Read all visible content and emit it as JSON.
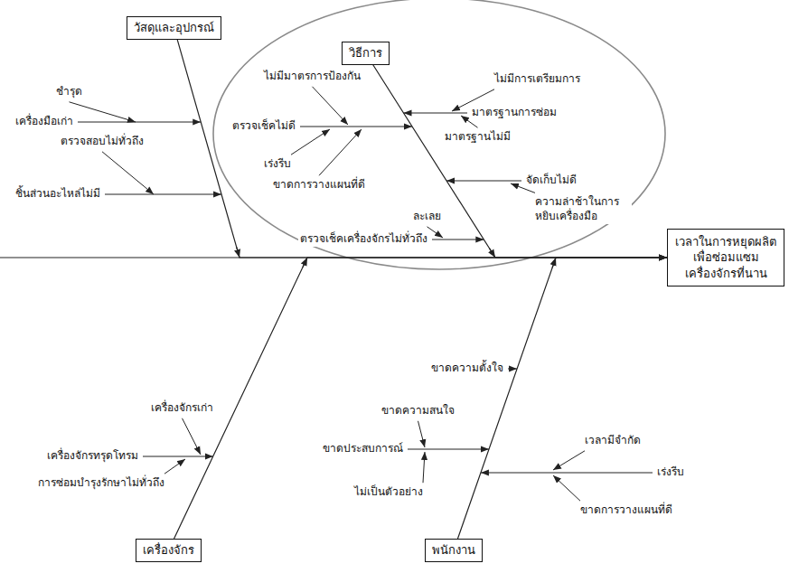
{
  "diagram": {
    "nodes": [
      {
        "text": [
          "วัสดุและอุปกรณ์"
        ]
      },
      {
        "text": [
          "วิธีการ"
        ]
      },
      {
        "text": [
          "เวลาในการหยุดผลิต เพื่อซ่อมแซม เครื่องจักรที่นาน"
        ]
      },
      {
        "text": [
          "เครื่องจักร"
        ]
      },
      {
        "text": [
          "พนักงาน"
        ]
      }
    ],
    "edges": [
      {
        "from": 0,
        "to": 2,
        "arrow": "to"
      },
      {
        "from": 1,
        "to": 2,
        "arrow": "to"
      },
      {
        "from": 3,
        "to": 2,
        "arrow": "to"
      },
      {
        "from": 4,
        "to": 2,
        "arrow": "to"
      }
    ],
    "labels": [
      "ชำรุด",
      "เครื่องมือเก่า",
      "ตรวจสอบไม่ทั่วถึง",
      "ชิ้นส่วนอะไหล่ไม่มี",
      "ไม่มีมาตรการป้องกัน",
      "ตรวจเช็คไม่ดี",
      "เร่งรีบ",
      "ขาดการวางแผนที่ดี",
      "ไม่มีการเตรียมการ",
      "มาตรฐานการซ่อม",
      "มาตรฐานไม่มี",
      "จัดเก็บไม่ดี",
      "ความล่าช้าในการ หยิบเครื่องมือ",
      "ละเลย",
      "ตรวจเช็คเครื่องจักรไม่ทั่วถึง",
      "เครื่องจักรเก่า",
      "เครื่องจักรทรุดโทรม",
      "การซ่อมบำรุงรักษาไม่ทั่วถึง",
      "ขาดความตั้งใจ",
      "ขาดความสนใจ",
      "ขาดประสบการณ์",
      "ไม่เป็นตัวอย่าง",
      "เวลามีจำกัด",
      "เร่งรีบ",
      "ขาดการวางแผนที่ดี"
    ]
  }
}
